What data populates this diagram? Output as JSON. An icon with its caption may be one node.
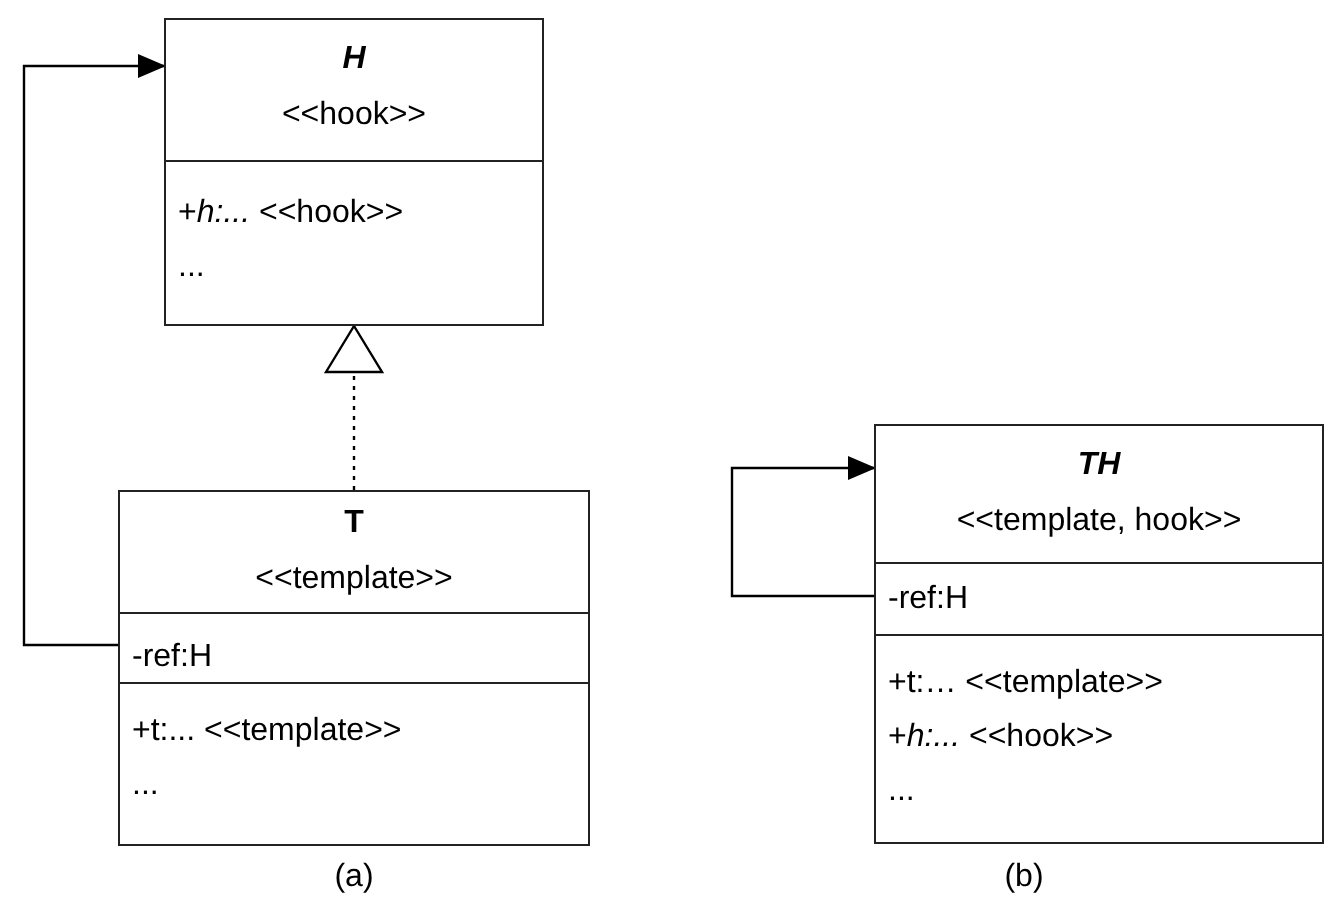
{
  "diagram": {
    "nodes": [
      {
        "text": [
          "H",
          "<<hook>>",
          "+*h:...* <<hook>>",
          "..."
        ]
      },
      {
        "text": [
          "T",
          "<<template>>",
          "-ref:H",
          "+t:... <<template>>",
          "..."
        ]
      },
      {
        "text": [
          "TH",
          "<<template, hook>>",
          "-ref:H",
          "+t:… <<template>>",
          "+*h:...* <<hook>>",
          "..."
        ]
      }
    ],
    "edges": [
      {
        "from": 1,
        "to": 0,
        "arrow": "to"
      },
      {
        "from": 1,
        "to": 0,
        "arrow": "to",
        "style": "dashed"
      },
      {
        "from": 2,
        "to": 2,
        "arrow": "to"
      }
    ],
    "labels": [
      "(a)",
      "(b)"
    ]
  }
}
